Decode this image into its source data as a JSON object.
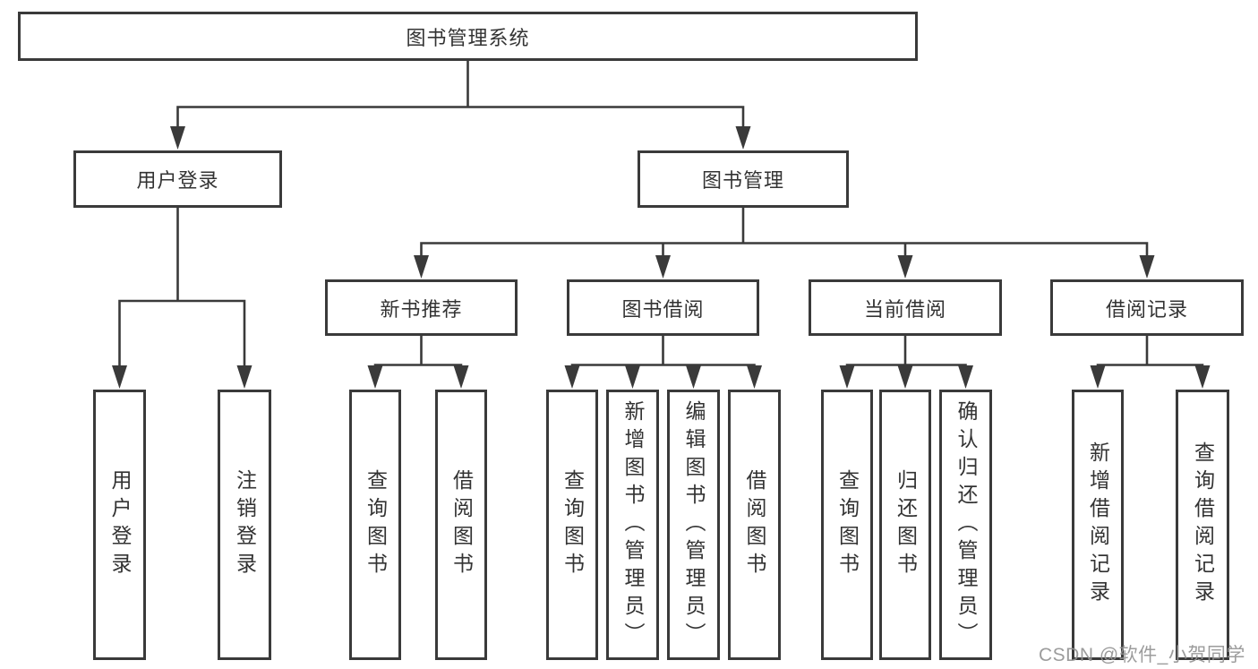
{
  "watermark": "CSDN @软件_小贺同学",
  "colors": {
    "line": "#3a3a3a",
    "box_border": "#3a3a3a",
    "text": "#333333",
    "background": "#ffffff",
    "watermark": "#949494"
  },
  "tree": {
    "label": "图书管理系统",
    "children": [
      {
        "label": "用户登录",
        "children": [
          {
            "label": "用户登录"
          },
          {
            "label": "注销登录"
          }
        ]
      },
      {
        "label": "图书管理",
        "children": [
          {
            "label": "新书推荐",
            "children": [
              {
                "label": "查询图书"
              },
              {
                "label": "借阅图书"
              }
            ]
          },
          {
            "label": "图书借阅",
            "children": [
              {
                "label": "查询图书"
              },
              {
                "label": "新增图书（管理员）"
              },
              {
                "label": "编辑图书（管理员）"
              },
              {
                "label": "借阅图书"
              }
            ]
          },
          {
            "label": "当前借阅",
            "children": [
              {
                "label": "查询图书"
              },
              {
                "label": "归还图书"
              },
              {
                "label": "确认归还（管理员）"
              }
            ]
          },
          {
            "label": "借阅记录",
            "children": [
              {
                "label": "新增借阅记录"
              },
              {
                "label": "查询借阅记录"
              }
            ]
          }
        ]
      }
    ]
  }
}
